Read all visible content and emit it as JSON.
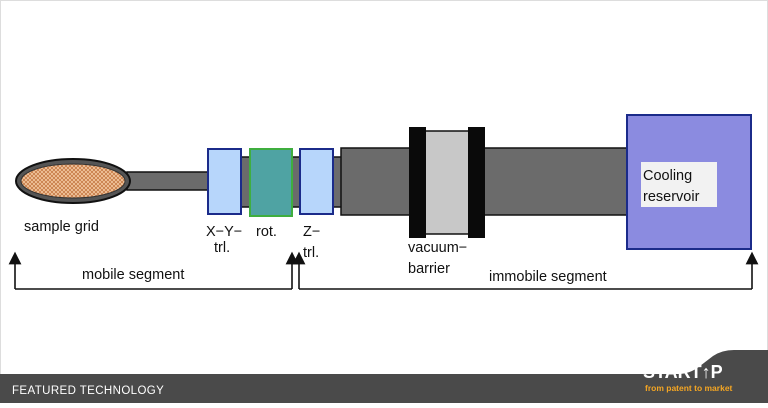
{
  "diagram": {
    "labels": {
      "sample_grid": "sample grid",
      "xy_line1": "X−Y−",
      "xy_line2": "trl.",
      "rot": "rot.",
      "z_line1": "Z−",
      "z_line2": "trl.",
      "vacuum_line1": "vacuum−",
      "vacuum_line2": "barrier",
      "cooling_line1": "Cooling",
      "cooling_line2": "reservoir",
      "mobile_segment": "mobile segment",
      "immobile_segment": "immobile segment"
    },
    "colors": {
      "rod": "#6b6b6b",
      "translation_stage": "#b7d6fb",
      "rotation_stage": "#4fa3a3",
      "vacuum_seal": "#c8c8c8",
      "reservoir": "#8b8be0",
      "grid_mesh": "#f0b88a"
    }
  },
  "footer": {
    "label": "FEATURED TECHNOLOGY",
    "brand": "START↑P",
    "tagline": "from patent to market",
    "background": "#4a4a4a",
    "accent": "#f5a623"
  }
}
